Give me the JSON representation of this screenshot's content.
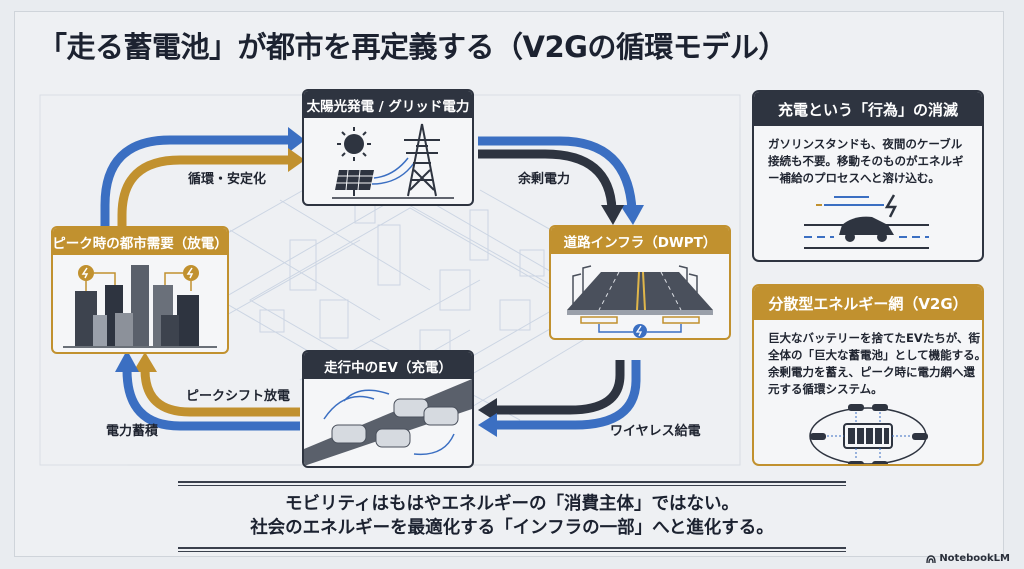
{
  "title": "「走る蓄電池」が都市を再定義する（V2Gの循環モデル）",
  "cycle": {
    "nodes": {
      "top": {
        "label": "太陽光発電 / グリッド電力",
        "icons": [
          "sun-icon",
          "solar-panel-icon",
          "power-tower-icon"
        ]
      },
      "right": {
        "label": "道路インフラ（DWPT）",
        "icons": [
          "road-icon",
          "street-light-icon",
          "wireless-charge-icon"
        ]
      },
      "bottom": {
        "label": "走行中のEV（充電）",
        "icons": [
          "ev-car-icon",
          "wireless-signal-icon"
        ]
      },
      "left": {
        "label": "ピーク時の都市需要（放電）",
        "icons": [
          "city-buildings-icon",
          "lightning-icon"
        ]
      }
    },
    "arrows": {
      "top_left": "循環・安定化",
      "top_right": "余剰電力",
      "bottom_right": "ワイヤレス給電",
      "bottom_left_inner": "ピークシフト放電",
      "bottom_left_outer": "電力蓄積"
    }
  },
  "side_panels": [
    {
      "title": "充電という「行為」の消滅",
      "lines": [
        "ガソリンスタンドも、夜間のケーブル",
        "接続も不要。移動そのものがエネルギ",
        "ー補給のプロセスへと溶け込む。"
      ],
      "icon": "moving-car-charging-icon"
    },
    {
      "title": "分散型エネルギー網（V2G）",
      "lines": [
        "巨大なバッテリーを捨てたEVたちが、街",
        "全体の「巨大な蓄電池」として機能する。",
        "余剰電力を蓄え、ピーク時に電力網へ還",
        "元する循環システム。"
      ],
      "icon": "battery-network-icon"
    }
  ],
  "conclusion": {
    "line1": "モビリティはもはやエネルギーの「消費主体」ではない。",
    "line2": "社会のエネルギーを最適化する「インフラの一部」へと進化する。"
  },
  "brand": "NotebookLM",
  "colors": {
    "dark": "#2e3440",
    "gold": "#c1912f",
    "blue": "#3b6fc2"
  }
}
